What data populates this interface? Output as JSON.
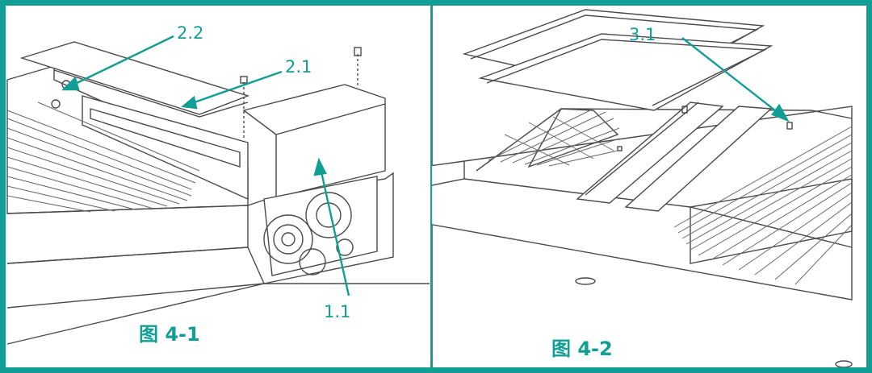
{
  "colors": {
    "accent": "#109e95",
    "line": "#4a4a4a",
    "grid": "#6a6a6a"
  },
  "figures": [
    {
      "caption": "图 4-1",
      "callouts": [
        "2.2",
        "2.1",
        "1.1"
      ]
    },
    {
      "caption": "图 4-2",
      "callouts": [
        "3.1"
      ]
    }
  ]
}
